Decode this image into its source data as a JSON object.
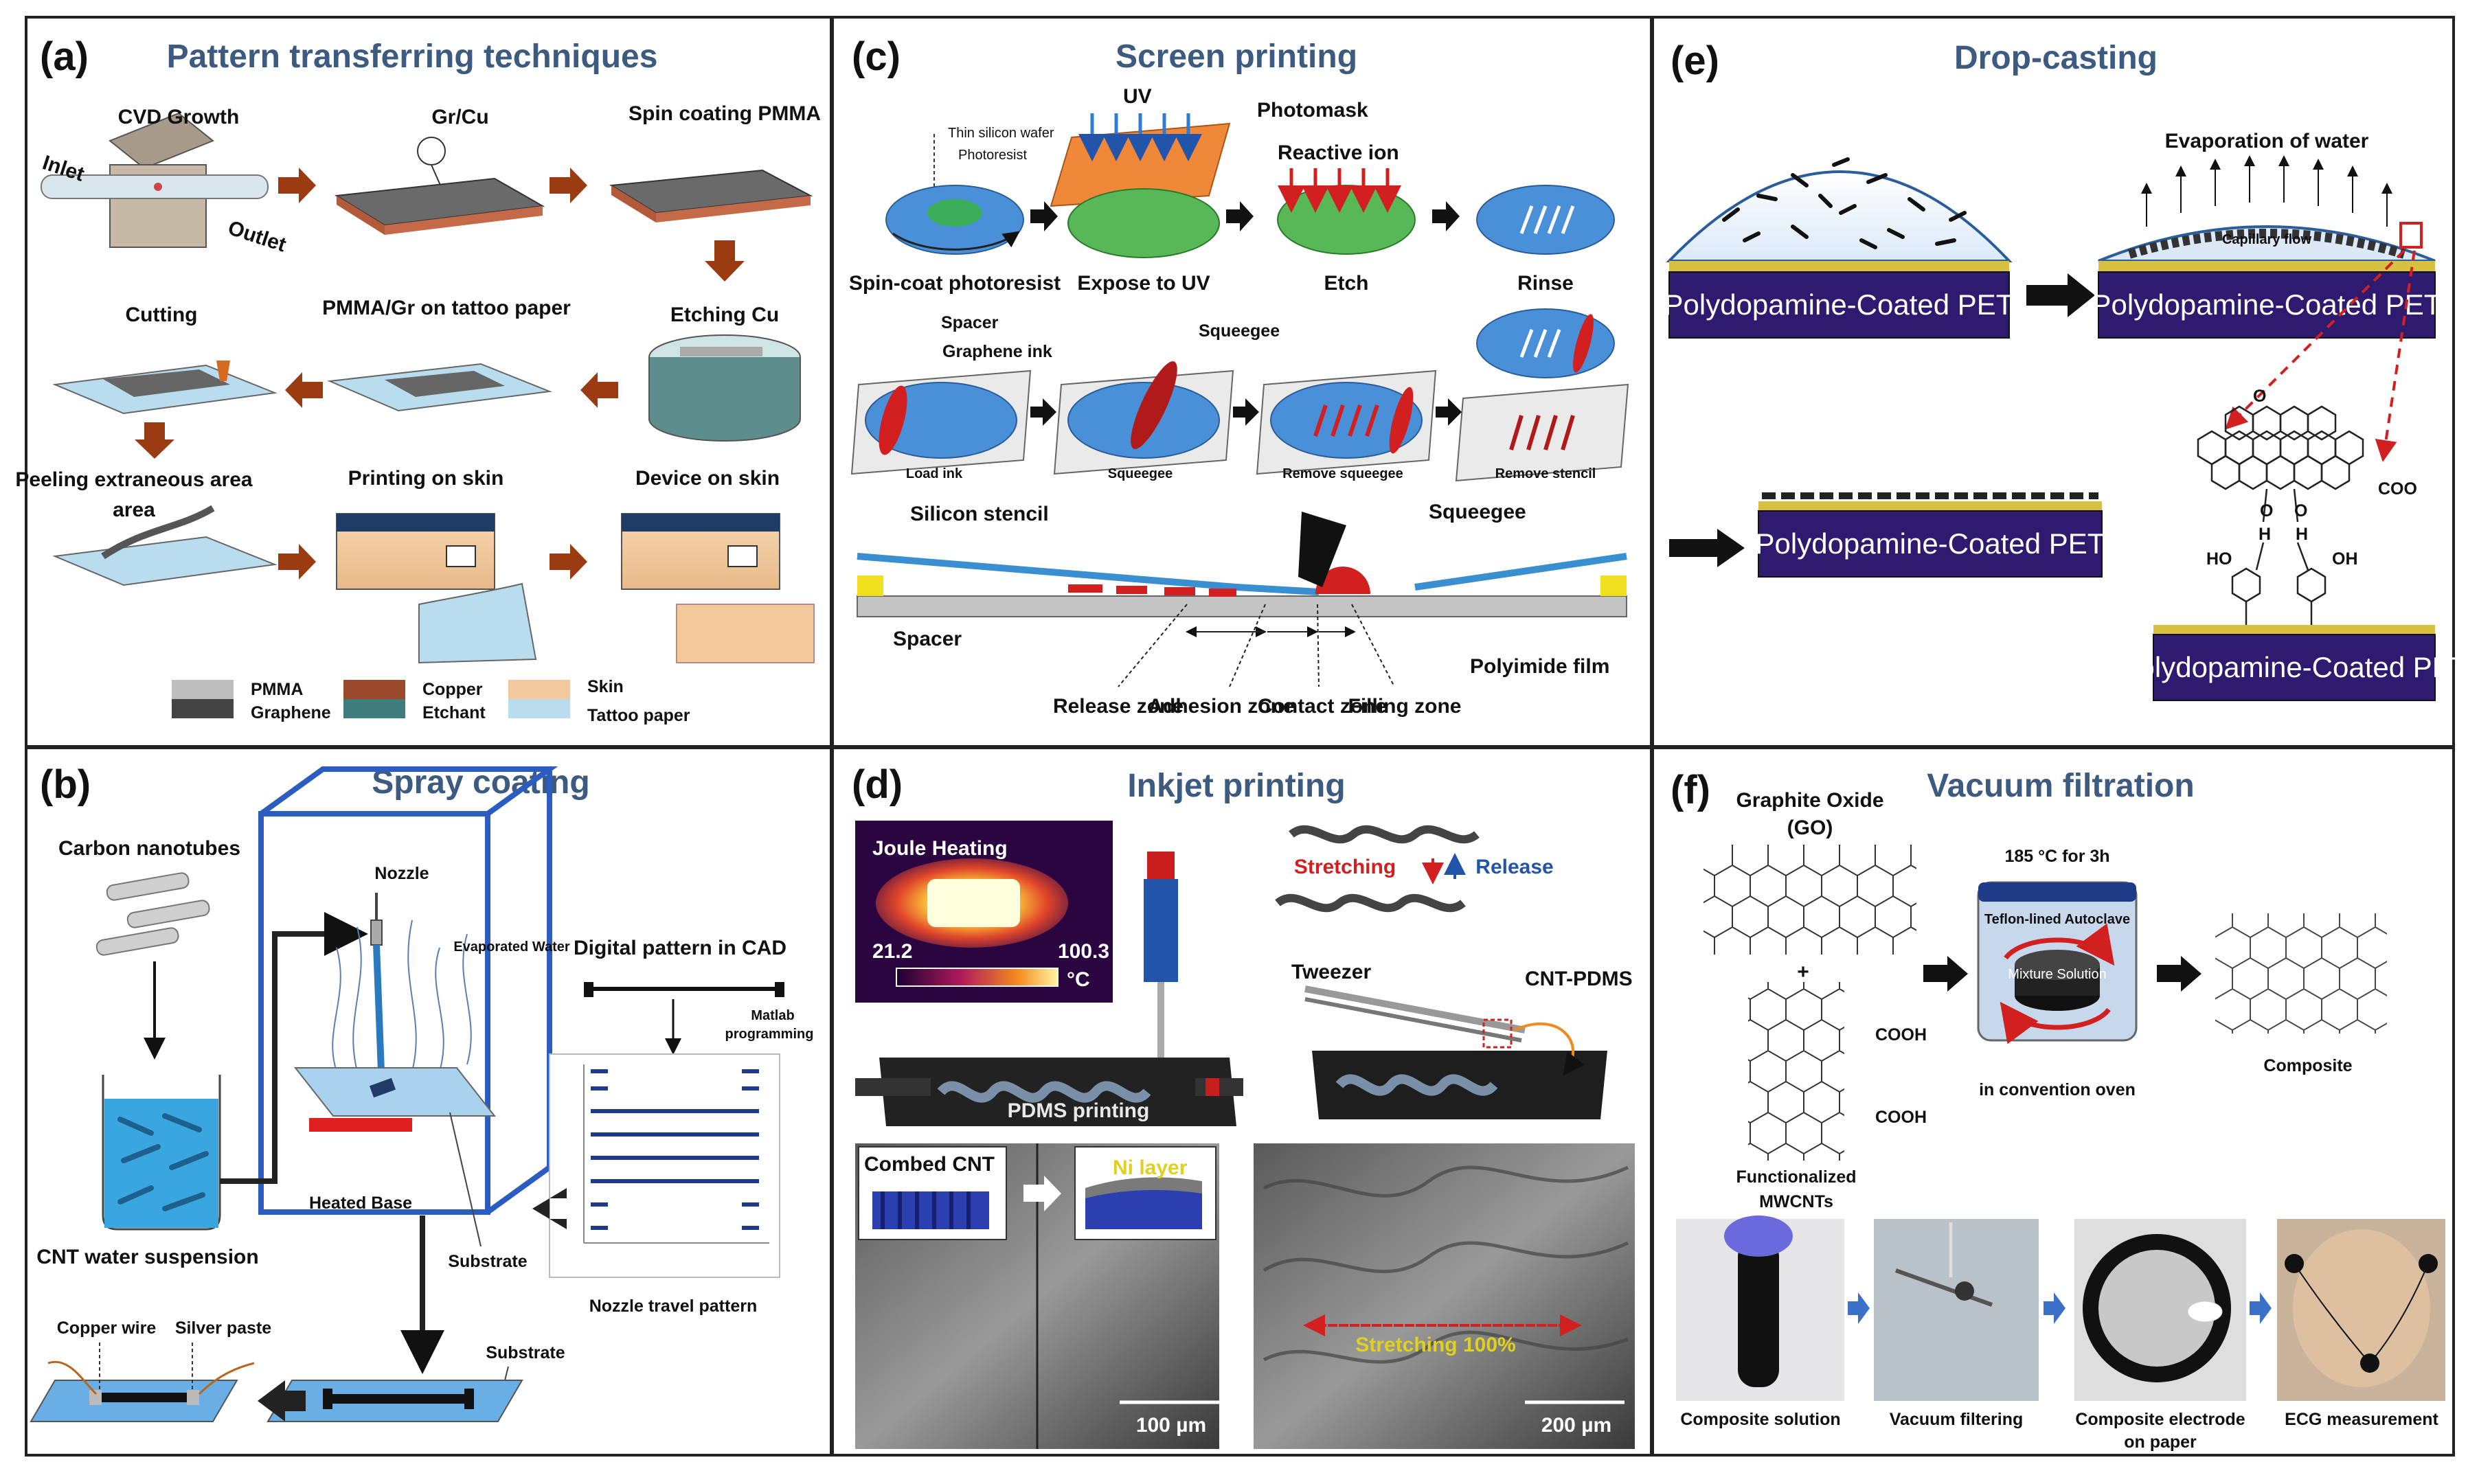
{
  "panels": {
    "a": {
      "letter": "(a)",
      "title": "Pattern transferring techniques",
      "steps": [
        "CVD Growth",
        "Gr/Cu",
        "Spin coating PMMA",
        "Etching Cu",
        "PMMA/Gr on tattoo paper",
        "Cutting",
        "Peeling extraneous area",
        "Printing on skin",
        "Device on skin"
      ],
      "inlet": "Inlet",
      "outlet": "Outlet",
      "legend": [
        "PMMA",
        "Graphene",
        "Copper",
        "Etchant",
        "Skin",
        "Tattoo paper"
      ]
    },
    "b": {
      "letter": "(b)",
      "title": "Spray coating",
      "labels": [
        "Carbon nanotubes",
        "Nozzle",
        "Evaporated Water",
        "Heated Base",
        "Substrate",
        "CNT water suspension",
        "Digital pattern in CAD",
        "Matlab programming",
        "Nozzle travel pattern",
        "Copper wire",
        "Silver paste",
        "Substrate"
      ]
    },
    "c": {
      "letter": "(c)",
      "title": "Screen printing",
      "top": [
        "Thin silicon wafer",
        "Photoresist",
        "UV",
        "Photomask",
        "Reactive ion"
      ],
      "steps1": [
        "Spin-coat photoresist",
        "Expose to UV",
        "Etch",
        "Rinse"
      ],
      "ink": [
        "Spacer",
        "Graphene ink",
        "Squeegee"
      ],
      "steps2": [
        "Load ink",
        "Squeegee",
        "Remove squeegee",
        "Remove stencil"
      ],
      "cross": [
        "Silicon stencil",
        "Squeegee",
        "Spacer",
        "Polyimide film"
      ],
      "zones": [
        "Release zone",
        "Adhesion zone",
        "Contact zone",
        "Filling zone"
      ]
    },
    "d": {
      "letter": "(d)",
      "title": "Inkjet printing",
      "joule": "Joule Heating",
      "scale_min": "21.2",
      "scale_max": "100.3",
      "unit": "°C",
      "pdms": "PDMS printing",
      "stretch": "Stretching",
      "release": "Release",
      "tweezer": "Tweezer",
      "cntpdms": "CNT-PDMS",
      "combed": "Combed CNT",
      "nilayer": "Ni layer",
      "scale1": "100 µm",
      "stretch100": "Stretching 100%",
      "scale2": "200 µm"
    },
    "e": {
      "letter": "(e)",
      "title": "Drop-casting",
      "pet": "Polydopamine-Coated PET",
      "evap": "Evaporation of water",
      "capillary": "Capillary flow",
      "coo": "COO",
      "ho": "HO",
      "oh": "OH",
      "h": "H"
    },
    "f": {
      "letter": "(f)",
      "title": "Vacuum filtration",
      "go": "Graphite Oxide (GO)",
      "temp": "185 °C for 3h",
      "autoclave": "Teflon-lined Autoclave",
      "mixture": "Mixture Solution",
      "cooh": "COOH",
      "oven": "in convention oven",
      "composite": "Composite",
      "mwcnt": "Functionalized MWCNTs",
      "photos": [
        "Composite solution",
        "Vacuum filtering",
        "Composite electrode on paper",
        "ECG measurement"
      ]
    }
  },
  "colors": {
    "title": "#3d5a80",
    "arrow": "#9a3b12",
    "pet_box": "#2e1a6e",
    "blue": "#4a90d9",
    "green": "#5cb85c",
    "red": "#d22020"
  }
}
